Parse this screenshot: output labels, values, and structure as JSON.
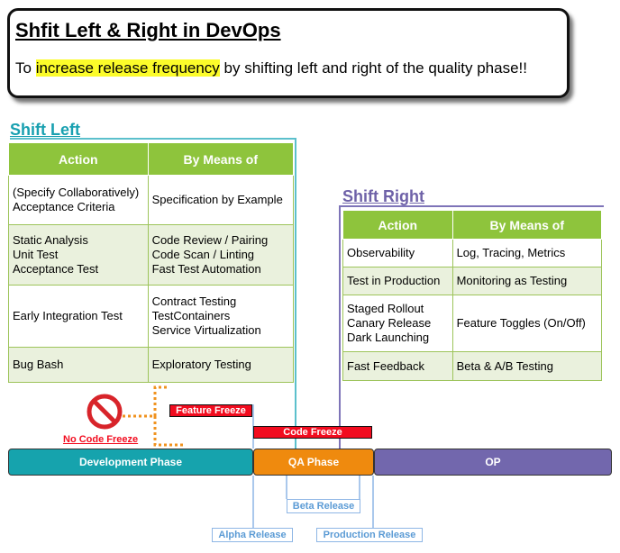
{
  "header": {
    "title": "Shfit Left & Right in DevOps",
    "subtitle_prefix": "To ",
    "subtitle_highlight": "increase release frequency",
    "subtitle_suffix": " by shifting left and right of the quality phase!!"
  },
  "shift_left": {
    "title": "Shift Left",
    "headers": [
      "Action",
      "By Means of"
    ],
    "rows": [
      {
        "action": [
          "(Specify Collaboratively)",
          "Acceptance Criteria"
        ],
        "means": [
          "Specification by Example"
        ]
      },
      {
        "action": [
          "Static Analysis",
          "Unit Test",
          "Acceptance Test"
        ],
        "means": [
          "Code Review / Pairing",
          "Code Scan / Linting",
          "Fast Test Automation"
        ]
      },
      {
        "action": [
          "Early Integration Test"
        ],
        "means": [
          "Contract Testing",
          "TestContainers",
          "Service Virtualization"
        ]
      },
      {
        "action": [
          "Bug Bash"
        ],
        "means": [
          "Exploratory Testing"
        ]
      }
    ]
  },
  "shift_right": {
    "title": "Shift Right",
    "headers": [
      "Action",
      "By Means of"
    ],
    "rows": [
      {
        "action": [
          "Observability"
        ],
        "means": [
          "Log, Tracing, Metrics"
        ]
      },
      {
        "action": [
          "Test in Production"
        ],
        "means": [
          "Monitoring as Testing"
        ]
      },
      {
        "action": [
          "Staged Rollout",
          "Canary Release",
          "Dark Launching"
        ],
        "means": [
          "Feature Toggles (On/Off)"
        ]
      },
      {
        "action": [
          "Fast Feedback"
        ],
        "means": [
          "Beta & A/B Testing"
        ]
      }
    ]
  },
  "phases": {
    "development": "Development Phase",
    "qa": "QA Phase",
    "op": "OP"
  },
  "freezes": {
    "feature": "Feature Freeze",
    "code": "Code Freeze",
    "none": "No Code Freeze"
  },
  "releases": {
    "alpha": "Alpha Release",
    "beta": "Beta Release",
    "production": "Production Release"
  },
  "colors": {
    "shift_left": "#18a0b0",
    "shift_right": "#6f62a8",
    "table_header": "#8ec43c",
    "table_band": "#eaf1dd",
    "freeze": "#f20c1f",
    "release": "#5b9bd5",
    "dotted_line": "#f0921e",
    "highlight": "#fcfc2a"
  },
  "icons": {
    "no_entry": "no-entry-icon"
  }
}
